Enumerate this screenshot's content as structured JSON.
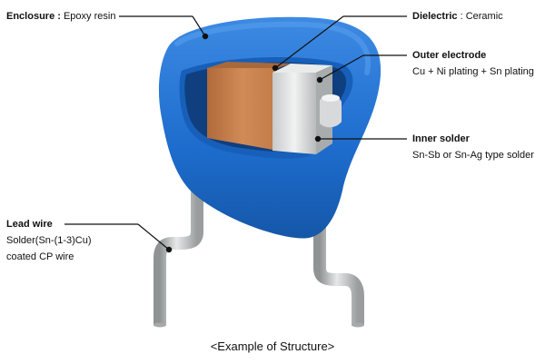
{
  "labels": {
    "enclosure": {
      "title": "Enclosure :",
      "text": "Epoxy resin"
    },
    "dielectric": {
      "title": "Dielectric",
      "text": ": Ceramic"
    },
    "outer_electrode": {
      "title": "Outer electrode",
      "text": "Cu + Ni plating + Sn plating"
    },
    "inner_solder": {
      "title": "Inner solder",
      "text": "Sn-Sb or Sn-Ag type solder"
    },
    "lead_wire": {
      "title": "Lead wire",
      "line1": "Solder(Sn-(1-3)Cu)",
      "line2": "coated CP wire"
    }
  },
  "caption": "<Example of Structure>",
  "colors": {
    "enclosure_blue": "#1f6fcf",
    "ceramic_orange": "#c9834f",
    "electrode_silver": "#d9dbdc",
    "lead_wire_grey": "#b9bcbd"
  }
}
